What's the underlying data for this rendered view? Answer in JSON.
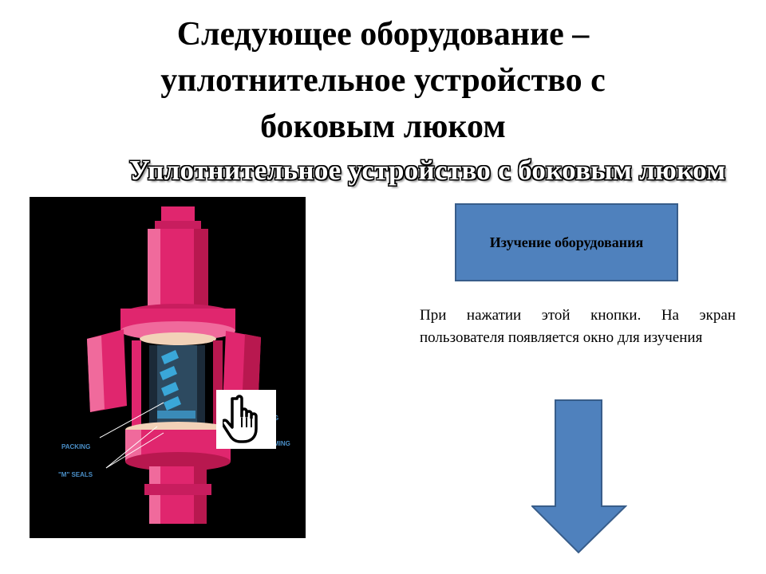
{
  "slide": {
    "title_lines": [
      "Следующее оборудование –",
      "уплотнительное устройство с",
      "боковым люком"
    ],
    "subtitle": "Уплотнительное устройство с боковым люком"
  },
  "image": {
    "callouts": {
      "packing": "PACKING",
      "m_seals": "\"M\" SEALS",
      "right_top": "G",
      "right_bottom": "MING"
    }
  },
  "study_button": {
    "label": "Изучение оборудования"
  },
  "description": "При нажатии этой кнопки. На экран пользователя появляется окно для изучения",
  "colors": {
    "button_fill": "#4f81bd",
    "arrow_fill": "#4f81bd",
    "equipment_pink": "#e0266e",
    "image_bg": "#000000"
  },
  "icons": [
    "hand-pointer-icon",
    "down-arrow-icon"
  ]
}
